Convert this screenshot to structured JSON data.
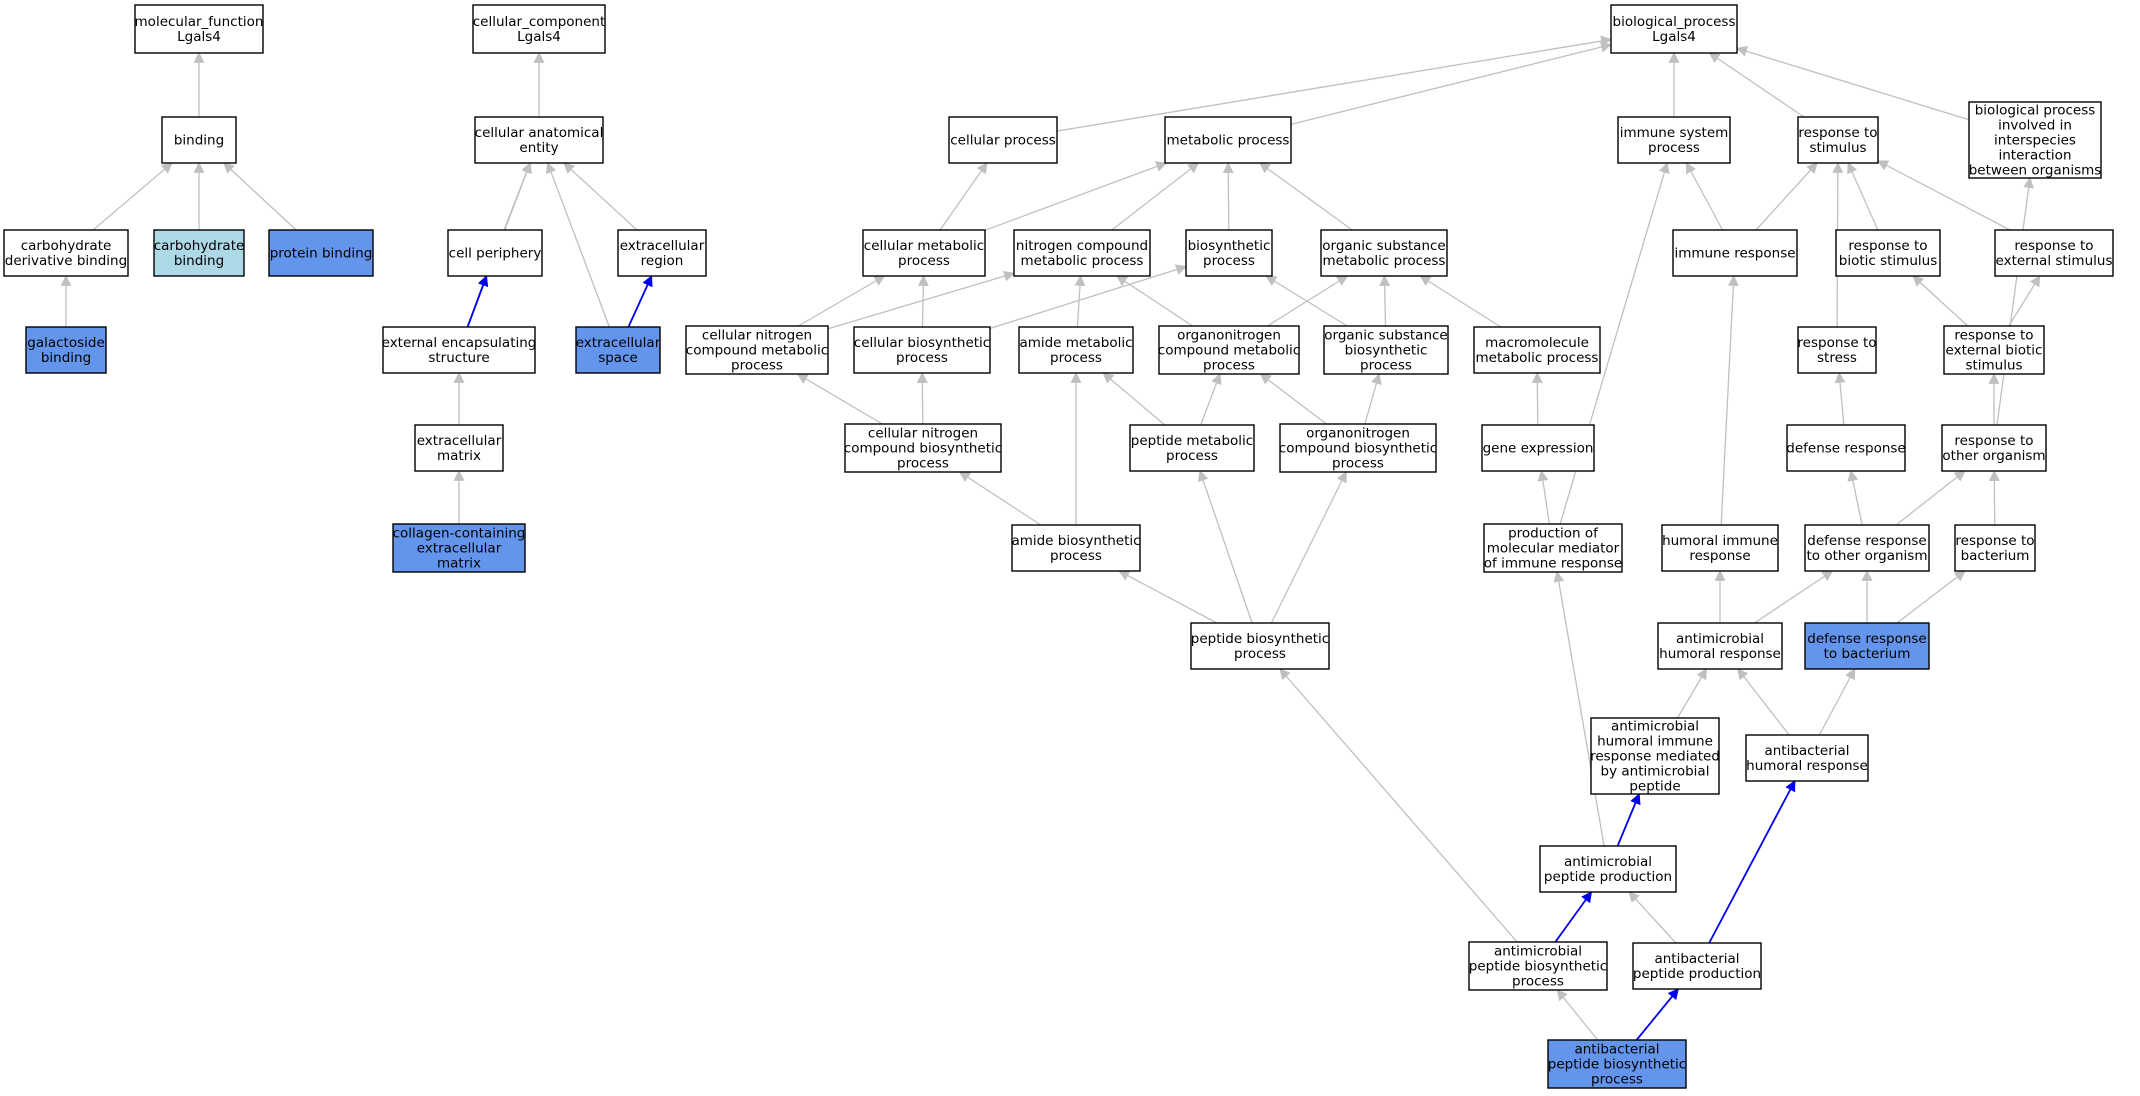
{
  "colors": {
    "default_fill": "#ffffff",
    "highlight_fill": "#6495ed",
    "light_fill": "#add8e6",
    "edge_gray": "#c0c0c0",
    "edge_blue": "#0000ee",
    "border": "#000000"
  },
  "nodes": [
    {
      "id": "mf",
      "lines": [
        "molecular_function",
        "Lgals4"
      ],
      "fill": "default"
    },
    {
      "id": "binding",
      "lines": [
        "binding"
      ],
      "fill": "default"
    },
    {
      "id": "carb_deriv",
      "lines": [
        "carbohydrate",
        "derivative binding"
      ],
      "fill": "default"
    },
    {
      "id": "carb_binding",
      "lines": [
        "carbohydrate",
        "binding"
      ],
      "fill": "light"
    },
    {
      "id": "protein_binding",
      "lines": [
        "protein binding"
      ],
      "fill": "highlight"
    },
    {
      "id": "galactoside",
      "lines": [
        "galactoside",
        "binding"
      ],
      "fill": "highlight"
    },
    {
      "id": "cc",
      "lines": [
        "cellular_component",
        "Lgals4"
      ],
      "fill": "default"
    },
    {
      "id": "anat_entity",
      "lines": [
        "cellular anatomical",
        "entity"
      ],
      "fill": "default"
    },
    {
      "id": "cell_periphery",
      "lines": [
        "cell periphery"
      ],
      "fill": "default"
    },
    {
      "id": "extracell_region",
      "lines": [
        "extracellular",
        "region"
      ],
      "fill": "default"
    },
    {
      "id": "ext_encaps",
      "lines": [
        "external encapsulating",
        "structure"
      ],
      "fill": "default"
    },
    {
      "id": "extracell_space",
      "lines": [
        "extracellular",
        "space"
      ],
      "fill": "highlight"
    },
    {
      "id": "extracell_matrix",
      "lines": [
        "extracellular",
        "matrix"
      ],
      "fill": "default"
    },
    {
      "id": "collagen",
      "lines": [
        "collagen-containing",
        "extracellular",
        "matrix"
      ],
      "fill": "highlight"
    },
    {
      "id": "bp",
      "lines": [
        "biological_process",
        "Lgals4"
      ],
      "fill": "default"
    },
    {
      "id": "cellular_process",
      "lines": [
        "cellular process"
      ],
      "fill": "default"
    },
    {
      "id": "metabolic_process",
      "lines": [
        "metabolic process"
      ],
      "fill": "default"
    },
    {
      "id": "immune_system",
      "lines": [
        "immune system",
        "process"
      ],
      "fill": "default"
    },
    {
      "id": "resp_stimulus",
      "lines": [
        "response to",
        "stimulus"
      ],
      "fill": "default"
    },
    {
      "id": "bp_interspecies",
      "lines": [
        "biological process",
        "involved in",
        "interspecies",
        "interaction",
        "between organisms"
      ],
      "fill": "default"
    },
    {
      "id": "cell_metab",
      "lines": [
        "cellular metabolic",
        "process"
      ],
      "fill": "default"
    },
    {
      "id": "nitrogen_metab",
      "lines": [
        "nitrogen compound",
        "metabolic process"
      ],
      "fill": "default"
    },
    {
      "id": "biosynthetic",
      "lines": [
        "biosynthetic",
        "process"
      ],
      "fill": "default"
    },
    {
      "id": "org_subst_metab",
      "lines": [
        "organic substance",
        "metabolic process"
      ],
      "fill": "default"
    },
    {
      "id": "immune_response",
      "lines": [
        "immune response"
      ],
      "fill": "default"
    },
    {
      "id": "resp_biotic",
      "lines": [
        "response to",
        "biotic stimulus"
      ],
      "fill": "default"
    },
    {
      "id": "resp_external",
      "lines": [
        "response to",
        "external stimulus"
      ],
      "fill": "default"
    },
    {
      "id": "cell_nitrogen_metab",
      "lines": [
        "cellular nitrogen",
        "compound metabolic",
        "process"
      ],
      "fill": "default"
    },
    {
      "id": "cell_biosynth",
      "lines": [
        "cellular biosynthetic",
        "process"
      ],
      "fill": "default"
    },
    {
      "id": "amide_metab",
      "lines": [
        "amide metabolic",
        "process"
      ],
      "fill": "default"
    },
    {
      "id": "organonitrogen_metab",
      "lines": [
        "organonitrogen",
        "compound metabolic",
        "process"
      ],
      "fill": "default"
    },
    {
      "id": "org_subst_biosynth",
      "lines": [
        "organic substance",
        "biosynthetic",
        "process"
      ],
      "fill": "default"
    },
    {
      "id": "macromolecule",
      "lines": [
        "macromolecule",
        "metabolic process"
      ],
      "fill": "default"
    },
    {
      "id": "resp_stress",
      "lines": [
        "response to",
        "stress"
      ],
      "fill": "default"
    },
    {
      "id": "resp_ext_biotic",
      "lines": [
        "response to",
        "external biotic",
        "stimulus"
      ],
      "fill": "default"
    },
    {
      "id": "cell_nitrogen_biosynth",
      "lines": [
        "cellular nitrogen",
        "compound biosynthetic",
        "process"
      ],
      "fill": "default"
    },
    {
      "id": "peptide_metab",
      "lines": [
        "peptide metabolic",
        "process"
      ],
      "fill": "default"
    },
    {
      "id": "organonitrogen_biosynth",
      "lines": [
        "organonitrogen",
        "compound biosynthetic",
        "process"
      ],
      "fill": "default"
    },
    {
      "id": "gene_expression",
      "lines": [
        "gene expression"
      ],
      "fill": "default"
    },
    {
      "id": "defense_response",
      "lines": [
        "defense response"
      ],
      "fill": "default"
    },
    {
      "id": "resp_other_org",
      "lines": [
        "response to",
        "other organism"
      ],
      "fill": "default"
    },
    {
      "id": "amide_biosynth",
      "lines": [
        "amide biosynthetic",
        "process"
      ],
      "fill": "default"
    },
    {
      "id": "production_mediator",
      "lines": [
        "production of",
        "molecular mediator",
        "of immune response"
      ],
      "fill": "default"
    },
    {
      "id": "humoral_immune",
      "lines": [
        "humoral immune",
        "response"
      ],
      "fill": "default"
    },
    {
      "id": "defense_other_org",
      "lines": [
        "defense response",
        "to other organism"
      ],
      "fill": "default"
    },
    {
      "id": "resp_bacterium",
      "lines": [
        "response to",
        "bacterium"
      ],
      "fill": "default"
    },
    {
      "id": "peptide_biosynth",
      "lines": [
        "peptide biosynthetic",
        "process"
      ],
      "fill": "default"
    },
    {
      "id": "antimicrobial_humoral",
      "lines": [
        "antimicrobial",
        "humoral response"
      ],
      "fill": "default"
    },
    {
      "id": "defense_bacterium",
      "lines": [
        "defense response",
        "to bacterium"
      ],
      "fill": "highlight"
    },
    {
      "id": "antimicrobial_humoral_mediated",
      "lines": [
        "antimicrobial",
        "humoral immune",
        "response mediated",
        "by antimicrobial",
        "peptide"
      ],
      "fill": "default"
    },
    {
      "id": "antibacterial_humoral",
      "lines": [
        "antibacterial",
        "humoral response"
      ],
      "fill": "default"
    },
    {
      "id": "antimicrobial_peptide_prod",
      "lines": [
        "antimicrobial",
        "peptide production"
      ],
      "fill": "default"
    },
    {
      "id": "antimicrobial_peptide_biosynth",
      "lines": [
        "antimicrobial",
        "peptide biosynthetic",
        "process"
      ],
      "fill": "default"
    },
    {
      "id": "antibacterial_peptide_prod",
      "lines": [
        "antibacterial",
        "peptide production"
      ],
      "fill": "default"
    },
    {
      "id": "antibacterial_peptide_biosynth",
      "lines": [
        "antibacterial",
        "peptide biosynthetic",
        "process"
      ],
      "fill": "highlight"
    }
  ],
  "edges": [
    {
      "from": "binding",
      "to": "mf",
      "color": "gray"
    },
    {
      "from": "carb_deriv",
      "to": "binding",
      "color": "gray"
    },
    {
      "from": "carb_binding",
      "to": "binding",
      "color": "gray"
    },
    {
      "from": "protein_binding",
      "to": "binding",
      "color": "gray"
    },
    {
      "from": "galactoside",
      "to": "carb_deriv",
      "color": "gray"
    },
    {
      "from": "anat_entity",
      "to": "cc",
      "color": "gray"
    },
    {
      "from": "cell_periphery",
      "to": "anat_entity",
      "color": "gray"
    },
    {
      "from": "extracell_region",
      "to": "anat_entity",
      "color": "gray"
    },
    {
      "from": "ext_encaps",
      "to": "anat_entity",
      "color": "gray"
    },
    {
      "from": "extracell_space",
      "to": "anat_entity",
      "color": "gray"
    },
    {
      "from": "ext_encaps",
      "to": "cell_periphery",
      "color": "blue"
    },
    {
      "from": "extracell_space",
      "to": "extracell_region",
      "color": "blue"
    },
    {
      "from": "extracell_matrix",
      "to": "ext_encaps",
      "color": "gray"
    },
    {
      "from": "collagen",
      "to": "extracell_matrix",
      "color": "gray"
    },
    {
      "from": "cellular_process",
      "to": "bp",
      "color": "gray"
    },
    {
      "from": "metabolic_process",
      "to": "bp",
      "color": "gray"
    },
    {
      "from": "immune_system",
      "to": "bp",
      "color": "gray"
    },
    {
      "from": "resp_stimulus",
      "to": "bp",
      "color": "gray"
    },
    {
      "from": "bp_interspecies",
      "to": "bp",
      "color": "gray"
    },
    {
      "from": "cell_metab",
      "to": "cellular_process",
      "color": "gray"
    },
    {
      "from": "cell_metab",
      "to": "metabolic_process",
      "color": "gray"
    },
    {
      "from": "nitrogen_metab",
      "to": "metabolic_process",
      "color": "gray"
    },
    {
      "from": "biosynthetic",
      "to": "metabolic_process",
      "color": "gray"
    },
    {
      "from": "org_subst_metab",
      "to": "metabolic_process",
      "color": "gray"
    },
    {
      "from": "immune_response",
      "to": "immune_system",
      "color": "gray"
    },
    {
      "from": "immune_response",
      "to": "resp_stimulus",
      "color": "gray"
    },
    {
      "from": "resp_biotic",
      "to": "resp_stimulus",
      "color": "gray"
    },
    {
      "from": "resp_external",
      "to": "resp_stimulus",
      "color": "gray"
    },
    {
      "from": "resp_stress",
      "to": "resp_stimulus",
      "color": "gray"
    },
    {
      "from": "cell_nitrogen_metab",
      "to": "cell_metab",
      "color": "gray"
    },
    {
      "from": "cell_nitrogen_metab",
      "to": "nitrogen_metab",
      "color": "gray"
    },
    {
      "from": "cell_biosynth",
      "to": "cell_metab",
      "color": "gray"
    },
    {
      "from": "cell_biosynth",
      "to": "biosynthetic",
      "color": "gray"
    },
    {
      "from": "amide_metab",
      "to": "nitrogen_metab",
      "color": "gray"
    },
    {
      "from": "organonitrogen_metab",
      "to": "nitrogen_metab",
      "color": "gray"
    },
    {
      "from": "organonitrogen_metab",
      "to": "org_subst_metab",
      "color": "gray"
    },
    {
      "from": "org_subst_biosynth",
      "to": "org_subst_metab",
      "color": "gray"
    },
    {
      "from": "org_subst_biosynth",
      "to": "biosynthetic",
      "color": "gray"
    },
    {
      "from": "macromolecule",
      "to": "org_subst_metab",
      "color": "gray"
    },
    {
      "from": "resp_ext_biotic",
      "to": "resp_biotic",
      "color": "gray"
    },
    {
      "from": "resp_ext_biotic",
      "to": "resp_external",
      "color": "gray"
    },
    {
      "from": "cell_nitrogen_biosynth",
      "to": "cell_nitrogen_metab",
      "color": "gray"
    },
    {
      "from": "cell_nitrogen_biosynth",
      "to": "cell_biosynth",
      "color": "gray"
    },
    {
      "from": "peptide_metab",
      "to": "amide_metab",
      "color": "gray"
    },
    {
      "from": "peptide_metab",
      "to": "organonitrogen_metab",
      "color": "gray"
    },
    {
      "from": "organonitrogen_biosynth",
      "to": "organonitrogen_metab",
      "color": "gray"
    },
    {
      "from": "organonitrogen_biosynth",
      "to": "org_subst_biosynth",
      "color": "gray"
    },
    {
      "from": "gene_expression",
      "to": "macromolecule",
      "color": "gray"
    },
    {
      "from": "defense_response",
      "to": "resp_stress",
      "color": "gray"
    },
    {
      "from": "resp_other_org",
      "to": "resp_ext_biotic",
      "color": "gray"
    },
    {
      "from": "resp_other_org",
      "to": "bp_interspecies",
      "color": "gray"
    },
    {
      "from": "amide_biosynth",
      "to": "amide_metab",
      "color": "gray"
    },
    {
      "from": "amide_biosynth",
      "to": "cell_nitrogen_biosynth",
      "color": "gray"
    },
    {
      "from": "production_mediator",
      "to": "gene_expression",
      "color": "gray"
    },
    {
      "from": "production_mediator",
      "to": "immune_system",
      "color": "gray"
    },
    {
      "from": "humoral_immune",
      "to": "immune_response",
      "color": "gray"
    },
    {
      "from": "defense_other_org",
      "to": "defense_response",
      "color": "gray"
    },
    {
      "from": "defense_other_org",
      "to": "resp_other_org",
      "color": "gray"
    },
    {
      "from": "resp_bacterium",
      "to": "resp_other_org",
      "color": "gray"
    },
    {
      "from": "peptide_biosynth",
      "to": "amide_biosynth",
      "color": "gray"
    },
    {
      "from": "peptide_biosynth",
      "to": "peptide_metab",
      "color": "gray"
    },
    {
      "from": "peptide_biosynth",
      "to": "organonitrogen_biosynth",
      "color": "gray"
    },
    {
      "from": "antimicrobial_humoral",
      "to": "humoral_immune",
      "color": "gray"
    },
    {
      "from": "antimicrobial_humoral",
      "to": "defense_other_org",
      "color": "gray"
    },
    {
      "from": "defense_bacterium",
      "to": "defense_other_org",
      "color": "gray"
    },
    {
      "from": "defense_bacterium",
      "to": "resp_bacterium",
      "color": "gray"
    },
    {
      "from": "antimicrobial_humoral_mediated",
      "to": "antimicrobial_humoral",
      "color": "gray"
    },
    {
      "from": "antibacterial_humoral",
      "to": "antimicrobial_humoral",
      "color": "gray"
    },
    {
      "from": "antibacterial_humoral",
      "to": "defense_bacterium",
      "color": "gray"
    },
    {
      "from": "antimicrobial_peptide_prod",
      "to": "production_mediator",
      "color": "gray"
    },
    {
      "from": "antimicrobial_peptide_prod",
      "to": "antimicrobial_humoral_mediated",
      "color": "blue"
    },
    {
      "from": "antimicrobial_peptide_biosynth",
      "to": "antimicrobial_peptide_prod",
      "color": "blue"
    },
    {
      "from": "antimicrobial_peptide_biosynth",
      "to": "peptide_biosynth",
      "color": "gray"
    },
    {
      "from": "antibacterial_peptide_prod",
      "to": "antimicrobial_peptide_prod",
      "color": "gray"
    },
    {
      "from": "antibacterial_peptide_prod",
      "to": "antibacterial_humoral",
      "color": "blue"
    },
    {
      "from": "antibacterial_peptide_biosynth",
      "to": "antimicrobial_peptide_biosynth",
      "color": "gray"
    },
    {
      "from": "antibacterial_peptide_biosynth",
      "to": "antibacterial_peptide_prod",
      "color": "blue"
    }
  ]
}
